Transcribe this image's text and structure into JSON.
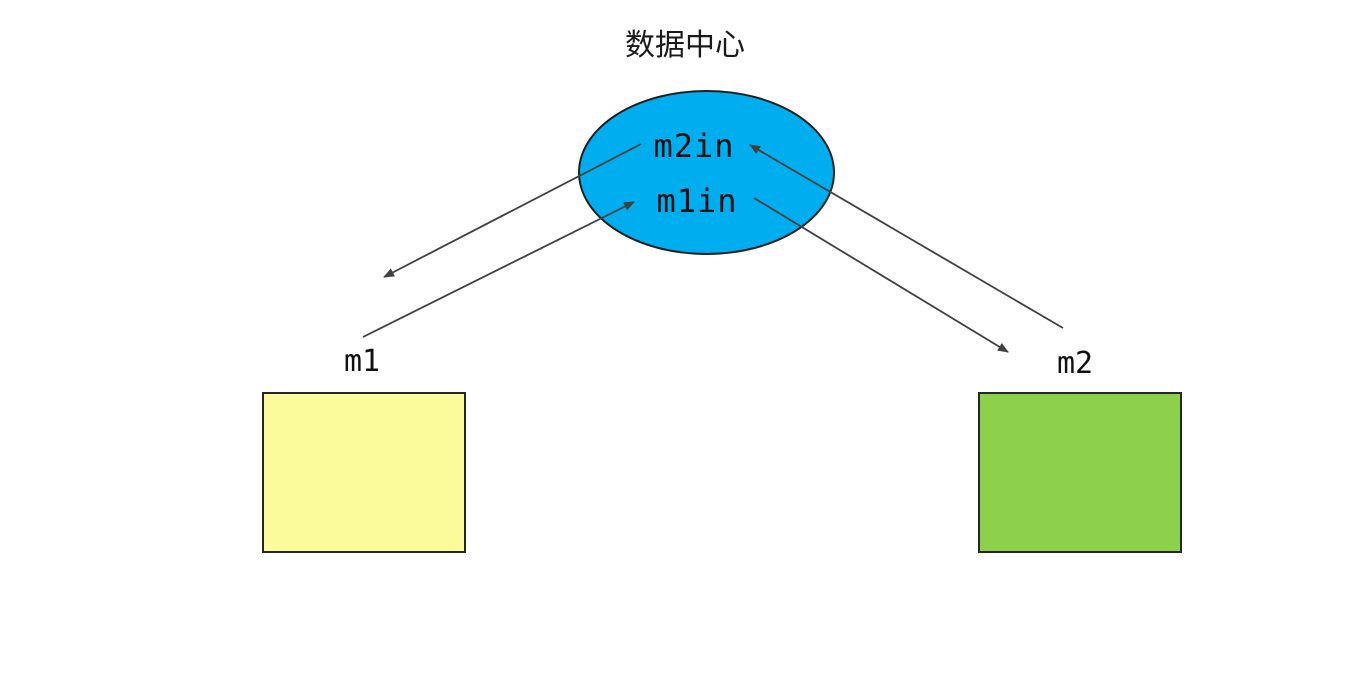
{
  "diagram": {
    "title": "数据中心",
    "center_node": {
      "name": "数据中心",
      "shape": "ellipse",
      "fill": "#00AEEF",
      "ports": [
        {
          "label": "m2in"
        },
        {
          "label": "m1in"
        }
      ]
    },
    "nodes": [
      {
        "label": "m1",
        "shape": "rectangle",
        "fill": "#FBFB9B"
      },
      {
        "label": "m2",
        "shape": "rectangle",
        "fill": "#8DD04C"
      }
    ],
    "edges": [
      {
        "name": "m2in-to-m1",
        "from": "m2in",
        "to": "m1",
        "arrowhead": "end"
      },
      {
        "name": "m1-to-m1in",
        "from": "m1",
        "to": "m1in",
        "arrowhead": "end"
      },
      {
        "name": "m2-to-m2in",
        "from": "m2",
        "to": "m2in",
        "arrowhead": "end"
      },
      {
        "name": "m1in-to-m2",
        "from": "m1in",
        "to": "m2",
        "arrowhead": "end"
      }
    ],
    "colors": {
      "line": "#404040",
      "text": "#1a1a1a",
      "ellipse_fill": "#00AEEF",
      "box_m1_fill": "#FBFB9B",
      "box_m2_fill": "#8DD04C"
    }
  }
}
